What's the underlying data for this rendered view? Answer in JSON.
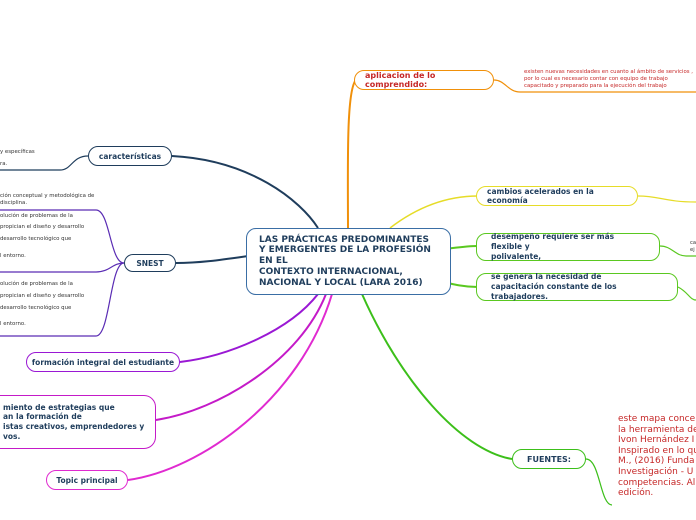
{
  "central": {
    "lines": [
      "LAS PRÁCTICAS PREDOMINANTES",
      "Y EMERGENTES DE LA PROFESIÓN",
      "EN EL",
      "CONTEXTO INTERNACIONAL,",
      "NACIONAL Y LOCAL (LARA 2016)"
    ]
  },
  "right": {
    "aplicacion": {
      "label": "aplicacion de lo comprendido:",
      "text": [
        "existen nuevas necesidades en cuanto al ámbito de servicios ,",
        "por lo cual es necesario contar con equipo de trabajo",
        "capacitado y preparado para la ejecución del trabajo"
      ]
    },
    "cambios": {
      "label": "cambios acelerados en la economía"
    },
    "desempeno": {
      "lines": [
        "desempeño requiere ser más flexible y",
        "polivalente,"
      ],
      "side": [
        "ca",
        "ej"
      ]
    },
    "capacitacion": {
      "lines": [
        "se genera la necesidad de",
        "capacitación constante de los trabajadores."
      ]
    },
    "fuentes": {
      "label": "FUENTES:",
      "text": [
        "este mapa conce",
        "la herramienta de",
        "Ivon Hernández I",
        "Inspirado en lo qu",
        "M., (2016) Funda",
        "Investigación - U",
        "competencias. Al",
        "edición."
      ]
    }
  },
  "left": {
    "caracteristicas": {
      "label": "características",
      "text": [
        "y específicas",
        "ra."
      ]
    },
    "snest": {
      "label": "SNEST",
      "upper": [
        "ción conceptual y metodológica de",
        "disciplina.",
        "olución de problemas de la",
        "propician el diseño y desarrollo",
        "desarrollo tecnológico que",
        "l entorno."
      ],
      "lower": [
        "olución de problemas de la",
        "propician el diseño y desarrollo",
        "desarrollo tecnológico que",
        "l entorno."
      ]
    },
    "formacion": {
      "label": "formación integral del estudiante"
    },
    "estrategias": {
      "lines": [
        "miento de estrategias que",
        "an la formación de",
        "istas creativos, emprendedores y",
        "vos."
      ]
    },
    "topic": {
      "label": "Topic principal"
    }
  },
  "colors": {
    "aplicacion": "#f0900a",
    "cambios": "#e6dc28",
    "verde": "#5ac820",
    "verde_oscuro": "#3cbf1a",
    "azul_oscuro": "#1f3d5c",
    "purpura": "#5a2cb4",
    "violeta": "#9a18d4",
    "magenta": "#c41ac8",
    "rosa": "#e02ad0",
    "rojo_texto": "#c62828"
  }
}
